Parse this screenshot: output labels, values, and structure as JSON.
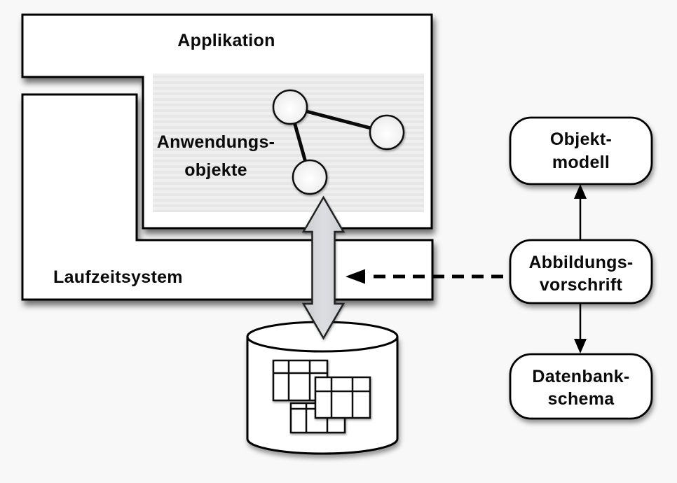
{
  "diagram": {
    "title_hint": "Object-relational mapping architecture",
    "application": {
      "label": "Applikation"
    },
    "application_objects": {
      "line1": "Anwendungs-",
      "line2": "objekte"
    },
    "runtime": {
      "label": "Laufzeitsystem"
    },
    "object_model": {
      "line1": "Objekt-",
      "line2": "modell"
    },
    "mapping_rule": {
      "line1": "Abbildungs-",
      "line2": "vorschrift"
    },
    "database_schema": {
      "line1": "Datenbank-",
      "line2": "schema"
    },
    "icons": {
      "database": "database-cylinder-icon",
      "tables": "table-grid-icon",
      "transfer_arrow": "double-headed-vertical-arrow-icon",
      "mapping_arrow": "dashed-left-arrow-icon",
      "object_graph": "linked-nodes-icon"
    },
    "colors": {
      "background": "#f8f8f8",
      "box_fill": "#ffffff",
      "border": "#000000",
      "panel_stripe_light": "#efefef",
      "panel_stripe_dark": "#e6e6e6",
      "transfer_arrow_fill": "#d3d5d8",
      "shadow": "rgba(0,0,0,0.5)"
    }
  }
}
